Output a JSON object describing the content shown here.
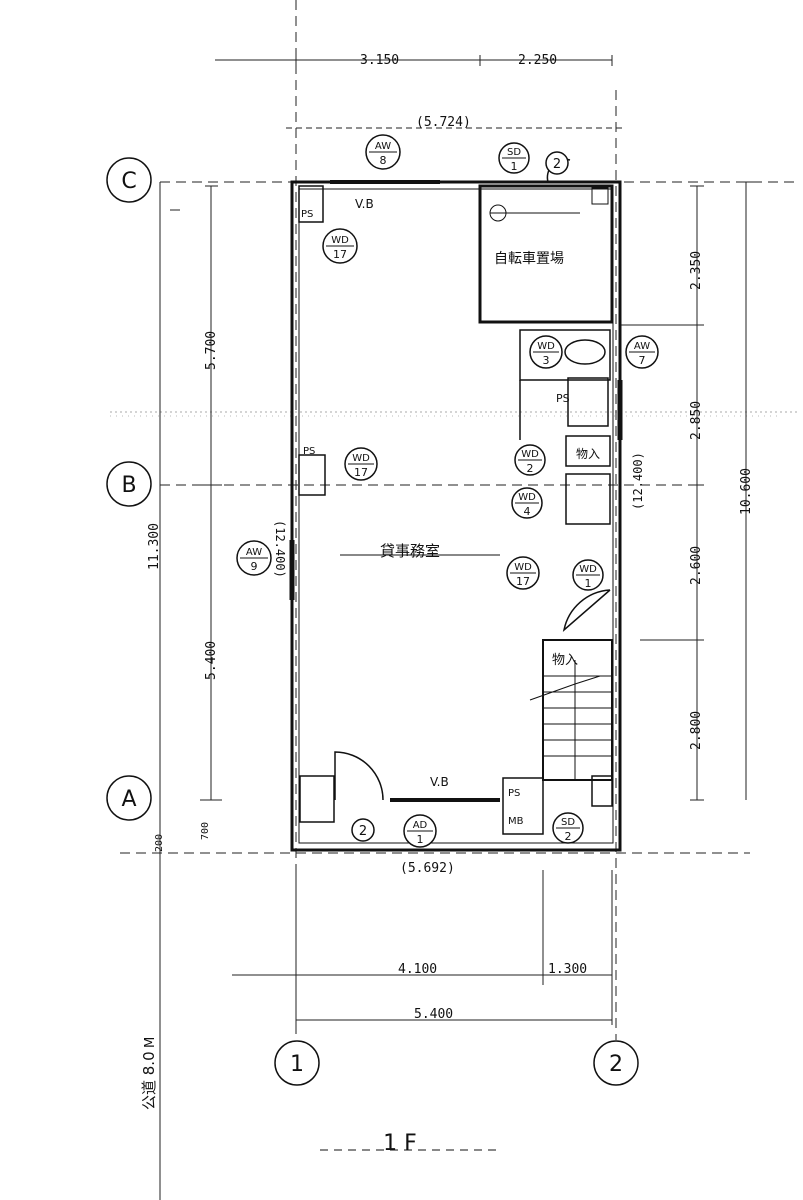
{
  "dims": {
    "top_left": "3.150",
    "top_right": "2.250",
    "top_overall": "(5.724)",
    "bottom_overall": "(5.692)",
    "bottom_left": "4.100",
    "bottom_right": "1.300",
    "bottom_total": "5.400",
    "left_upper": "5.700",
    "left_lower": "5.400",
    "left_total": "11.300",
    "left_small": "700",
    "left_tiny": "200",
    "right_1": "2.350",
    "right_2": "2.850",
    "right_3": "2.600",
    "right_4": "2.800",
    "right_total": "10.600",
    "inner_left_paren": "(12.400)",
    "inner_right_paren": "(12.400)"
  },
  "grid": {
    "c": "C",
    "b": "B",
    "a": "A",
    "one": "1",
    "two": "2"
  },
  "rooms": {
    "parking": "自転車置場",
    "office": "貸事務室",
    "storage": "物入",
    "storage2": "物入"
  },
  "tags": {
    "aw8": {
      "top": "AW",
      "bot": "8"
    },
    "sd1": {
      "top": "SD",
      "bot": "1"
    },
    "wd17a": {
      "top": "WD",
      "bot": "17"
    },
    "wd3": {
      "top": "WD",
      "bot": "3"
    },
    "aw7": {
      "top": "AW",
      "bot": "7"
    },
    "wd17b": {
      "top": "WD",
      "bot": "17"
    },
    "wd2": {
      "top": "WD",
      "bot": "2"
    },
    "wd4": {
      "top": "WD",
      "bot": "4"
    },
    "aw9": {
      "top": "AW",
      "bot": "9"
    },
    "wd17c": {
      "top": "WD",
      "bot": "17"
    },
    "wd1": {
      "top": "WD",
      "bot": "1"
    },
    "ad1": {
      "top": "AD",
      "bot": "1"
    },
    "sd2": {
      "top": "SD",
      "bot": "2"
    },
    "two_a": "2",
    "two_b": "2"
  },
  "labels": {
    "vb_top": "V.B",
    "vb_bottom": "V.B",
    "ps1": "PS",
    "ps2": "PS",
    "ps3": "PS",
    "mb": "MB",
    "ps_small": "PS",
    "road": "公道 8.0",
    "road_h": "M",
    "floor": "1 F"
  }
}
